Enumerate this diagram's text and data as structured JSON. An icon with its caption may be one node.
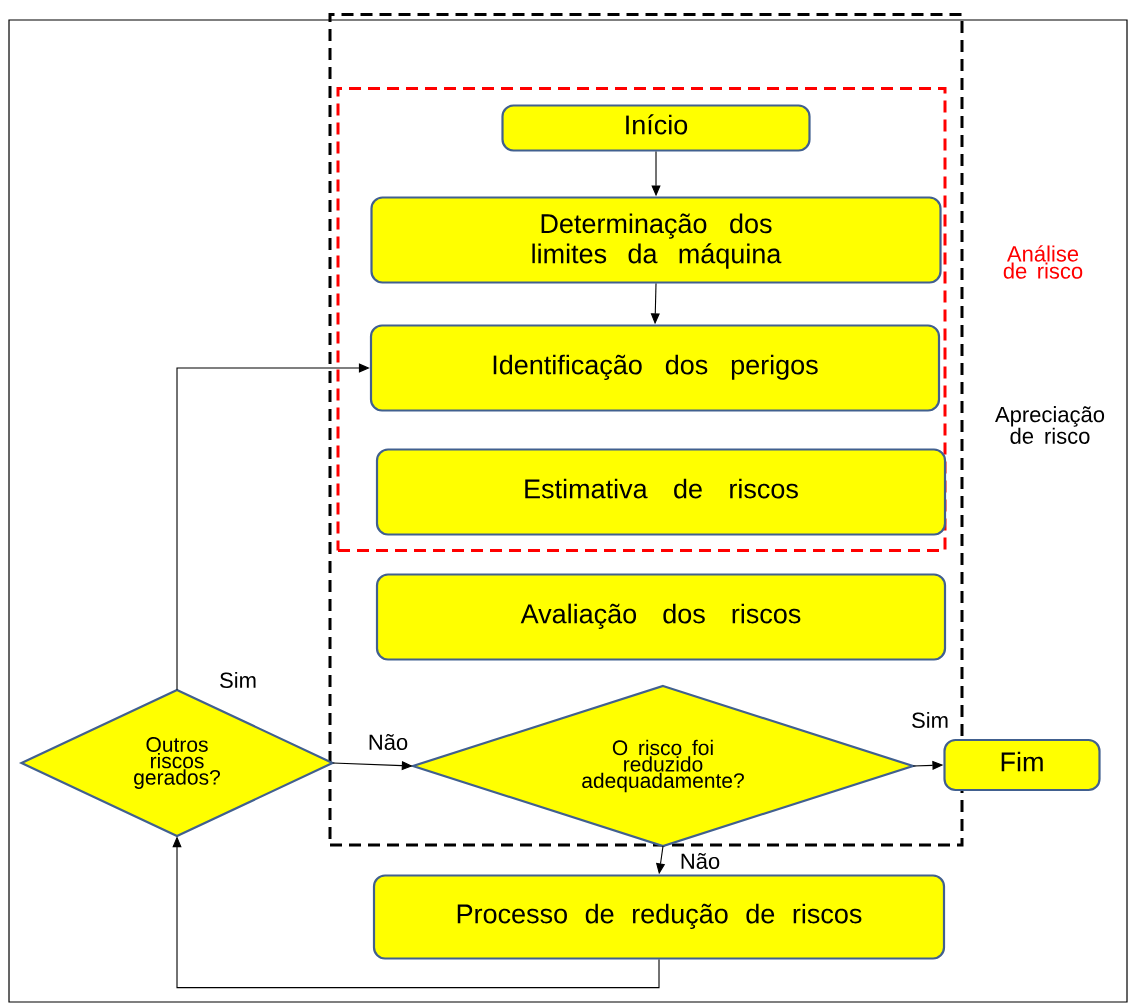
{
  "diagram": {
    "nodes": [
      {
        "text": [
          "Apreciação de risco"
        ]
      },
      {
        "text": [
          "Análise de risco"
        ],
        "in": 0
      },
      {
        "text": [
          "Início"
        ],
        "in": 1
      },
      {
        "text": [
          "Determinação dos limites da máquina"
        ],
        "in": 1
      },
      {
        "text": [
          "Identificação dos perigos"
        ],
        "in": 1
      },
      {
        "text": [
          "Estimativa de riscos"
        ],
        "in": 1
      },
      {
        "text": [
          "Avaliação dos riscos"
        ],
        "in": 0
      },
      {
        "text": [
          "Outros riscos gerados?"
        ]
      },
      {
        "text": [
          "O risco foi reduzido adequadamente?"
        ],
        "in": 0
      },
      {
        "text": [
          "Fim"
        ]
      },
      {
        "text": [
          "Processo de redução de riscos"
        ]
      }
    ],
    "edges": [
      {
        "from": 2,
        "to": 3,
        "arrow": "to"
      },
      {
        "from": 3,
        "to": 4,
        "arrow": "to"
      },
      {
        "from": 7,
        "to": 4,
        "arrow": "to",
        "label": "Sim"
      },
      {
        "from": 7,
        "to": 8,
        "arrow": "to",
        "label": "Não"
      },
      {
        "from": 8,
        "to": 9,
        "arrow": "to",
        "label": "Sim"
      },
      {
        "from": 8,
        "to": 10,
        "arrow": "to",
        "label": "Não"
      },
      {
        "from": 10,
        "to": 7,
        "arrow": "to"
      }
    ]
  }
}
